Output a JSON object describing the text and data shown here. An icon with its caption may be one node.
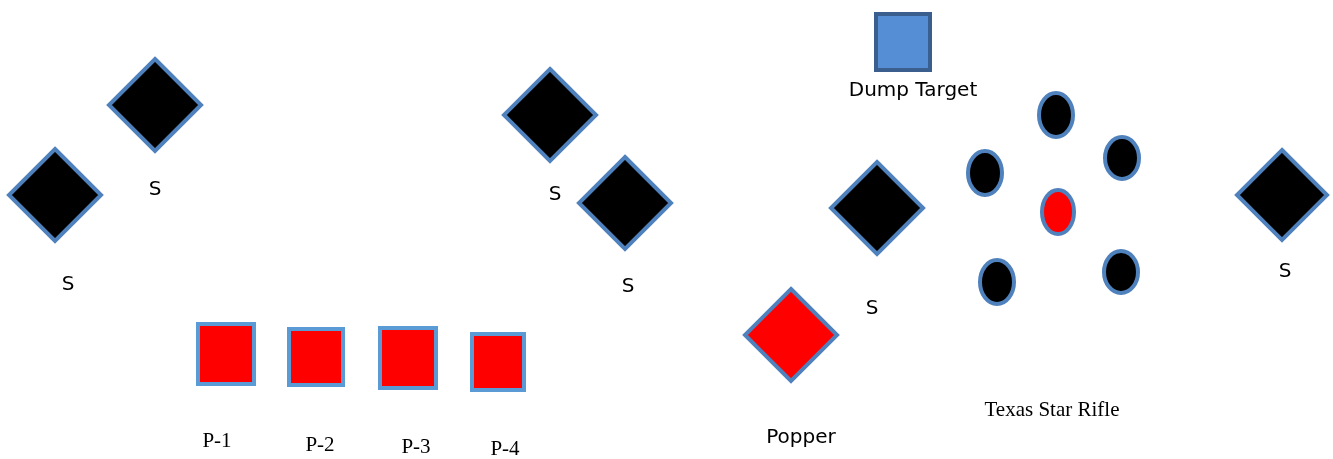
{
  "diagram": {
    "nodes": [
      {
        "text": [
          "Dump Target"
        ]
      },
      {
        "text": [],
        "shape": "diamond",
        "beside": [
          "S"
        ]
      },
      {
        "text": [],
        "shape": "diamond",
        "beside": [
          "S"
        ]
      },
      {
        "text": [],
        "shape": "diamond",
        "beside": [
          "S"
        ]
      },
      {
        "text": [],
        "shape": "diamond",
        "beside": [
          "S"
        ]
      },
      {
        "text": [],
        "shape": "diamond",
        "beside": [
          "S"
        ]
      },
      {
        "text": [],
        "shape": "circle"
      },
      {
        "text": [],
        "shape": "circle"
      },
      {
        "text": [],
        "shape": "circle"
      },
      {
        "text": [],
        "shape": "circle"
      },
      {
        "text": [],
        "shape": "circle"
      },
      {
        "text": [],
        "shape": "circle"
      },
      {
        "text": [],
        "shape": "diamond",
        "beside": [
          "S"
        ]
      },
      {
        "text": [
          "Popper"
        ]
      },
      {
        "text": [
          "P-1"
        ]
      },
      {
        "text": [
          "P-2"
        ]
      },
      {
        "text": [
          "P-3"
        ]
      },
      {
        "text": [
          "P-4"
        ]
      }
    ],
    "labels": [
      "Texas Star Rifle"
    ]
  }
}
